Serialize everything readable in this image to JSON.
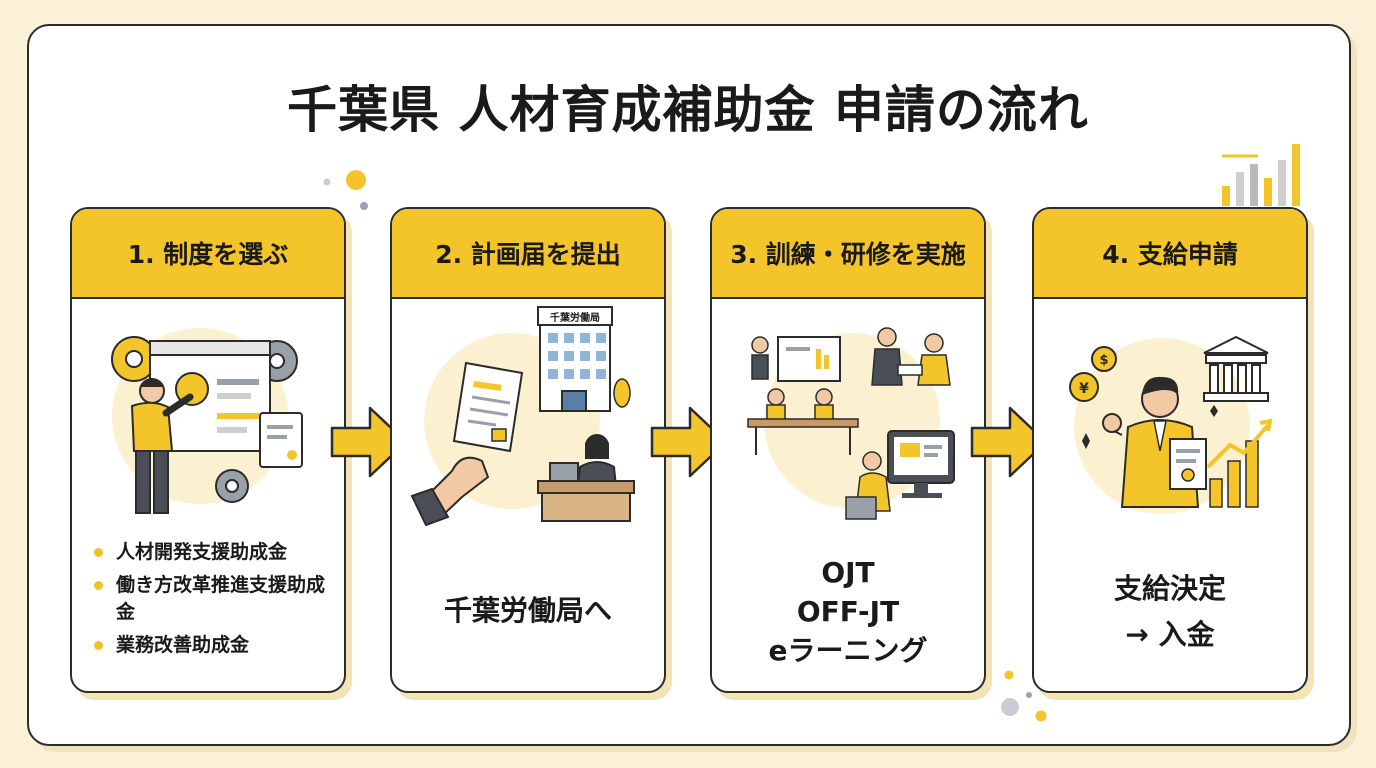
{
  "title": "千葉県 人材育成補助金 申請の流れ",
  "colors": {
    "accent": "#f3c52b",
    "outline": "#2b2b2b",
    "background": "#fbf1d9"
  },
  "steps": [
    {
      "heading": "1. 制度を選ぶ",
      "illustration": "person-choosing-options-with-gears",
      "items": [
        "人材開発支援助成金",
        "働き方改革推進支援助成金",
        "業務改善助成金"
      ]
    },
    {
      "heading": "2. 計画届を提出",
      "illustration": "hand-submitting-document-to-office",
      "building_sign": "千葉労働局",
      "lines": [
        "千葉労働局へ"
      ]
    },
    {
      "heading": "3. 訓練・研修を実施",
      "illustration": "training-classroom-and-elearning",
      "lines": [
        "OJT",
        "OFF-JT",
        "eラーニング"
      ]
    },
    {
      "heading": "4. 支給申請",
      "illustration": "person-with-certificate-and-bank",
      "lines": [
        "支給決定",
        "→ 入金"
      ]
    }
  ]
}
